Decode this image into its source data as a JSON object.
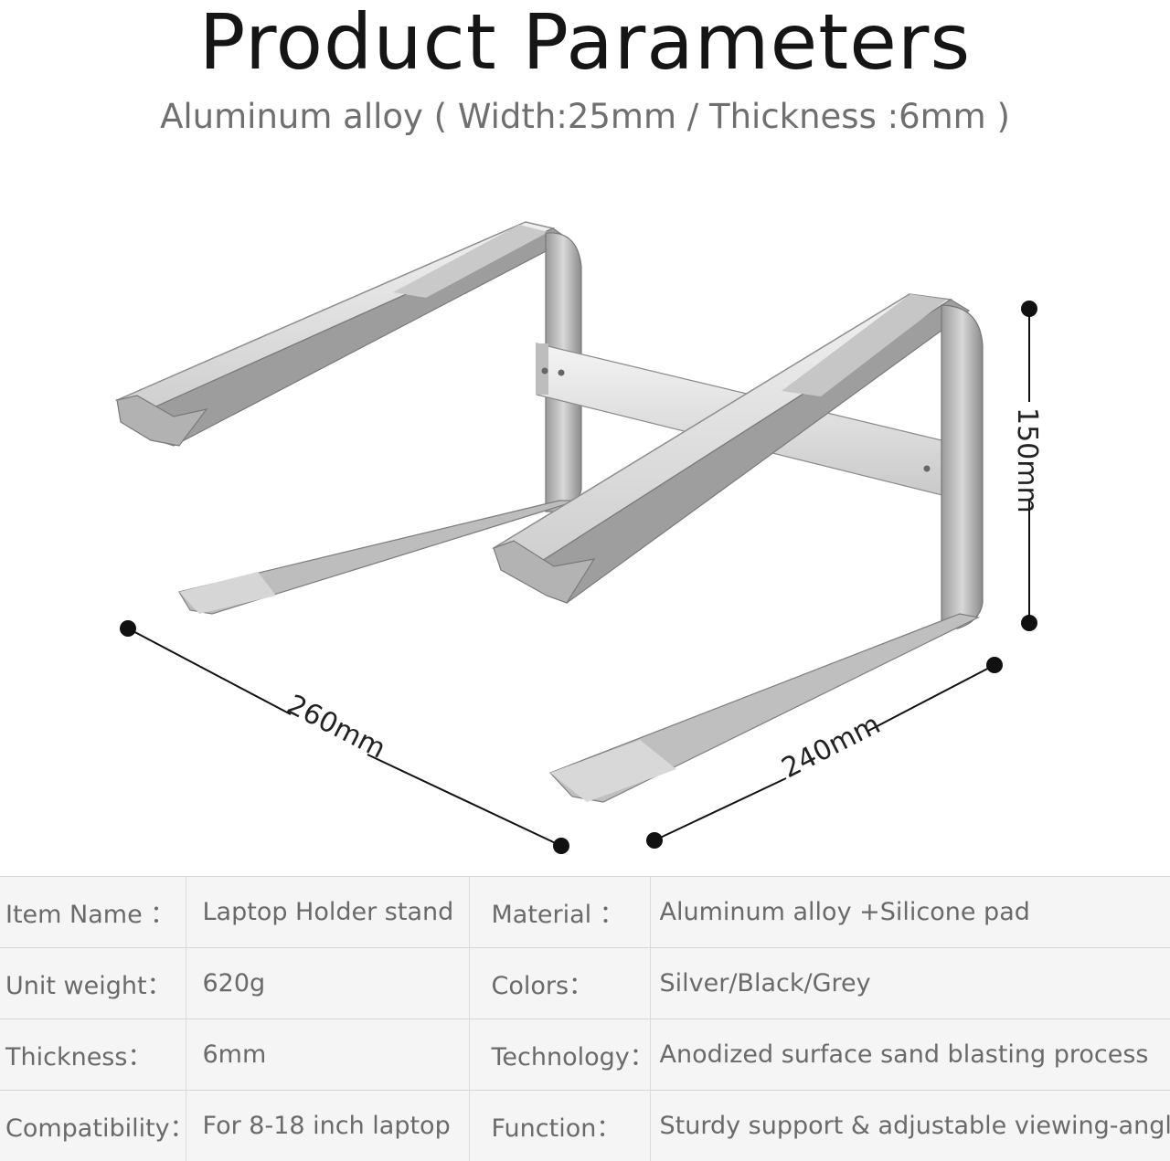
{
  "header": {
    "title": "Product Parameters",
    "subtitle": "Aluminum alloy ( Width:25mm / Thickness :6mm )"
  },
  "dimensions": {
    "length": "260mm",
    "depth": "240mm",
    "height": "150mm"
  },
  "colors": {
    "metal_light": "#e3e3e3",
    "metal_mid": "#c4c4c4",
    "metal_dark": "#8e8e8e",
    "edge": "#6f6f6f",
    "dot": "#111111"
  },
  "specs": {
    "rows": [
      {
        "label1": "Item Name ：",
        "value1": "Laptop Holder stand",
        "label2": "Material ：",
        "value2": "Aluminum alloy +Silicone pad"
      },
      {
        "label1": "Unit weight：",
        "value1": "620g",
        "label2": "Colors：",
        "value2": "Silver/Black/Grey"
      },
      {
        "label1": "Thickness：",
        "value1": "6mm",
        "label2": "Technology：",
        "value2": "Anodized surface sand blasting process"
      },
      {
        "label1": "Compatibility：",
        "value1": "For 8-18 inch laptop",
        "label2": "Function：",
        "value2": "Sturdy support & adjustable viewing-angle"
      }
    ]
  }
}
